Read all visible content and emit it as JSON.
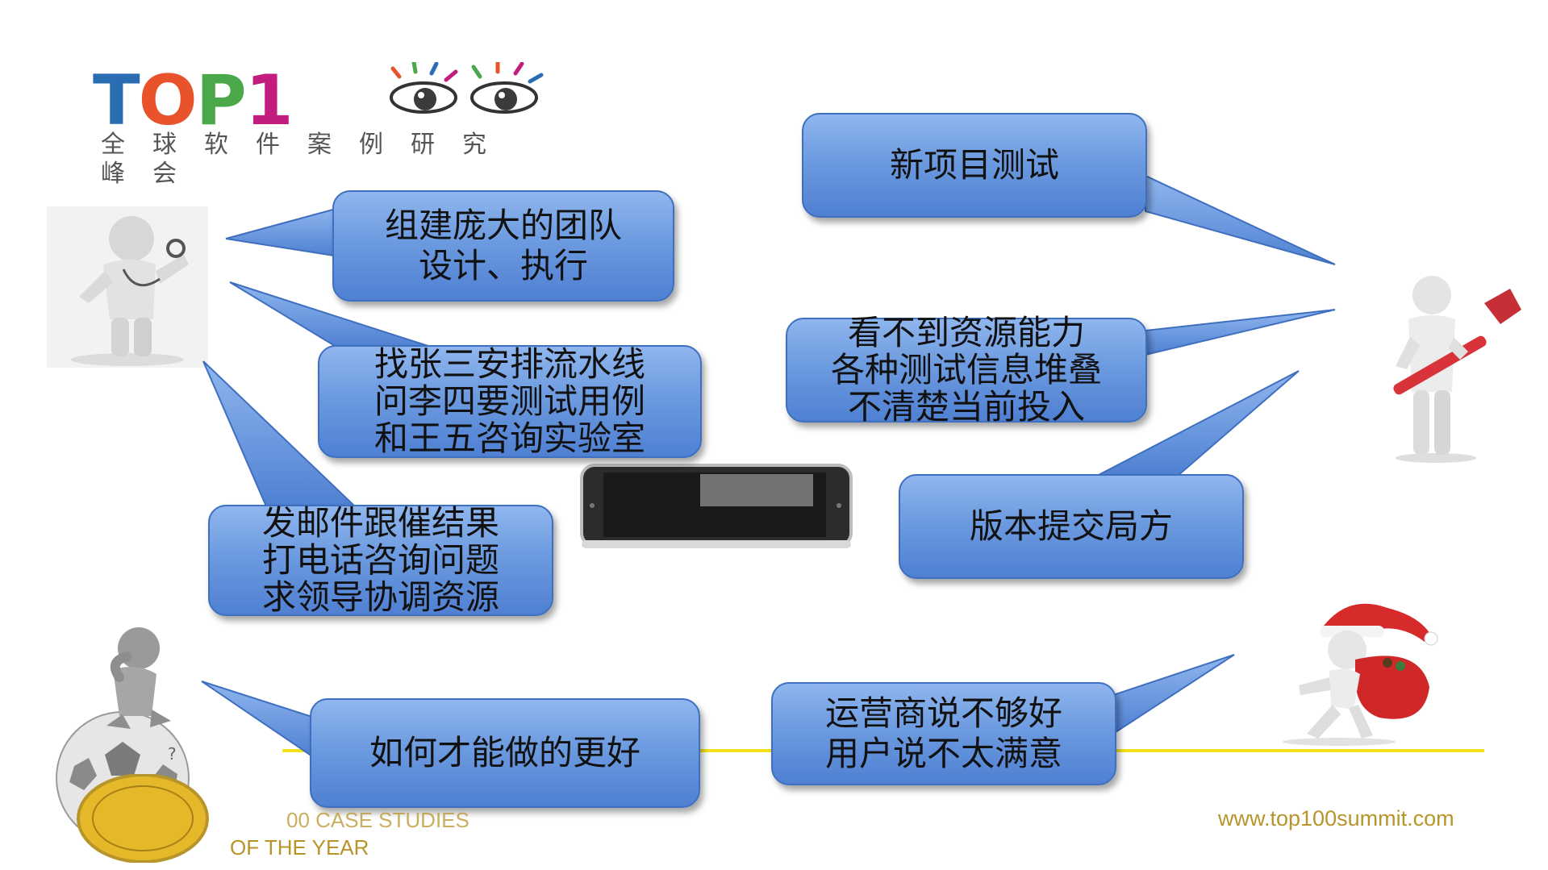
{
  "logo": {
    "letters": [
      {
        "char": "T",
        "color": "#2a6db3"
      },
      {
        "char": "O",
        "color": "#e9532b"
      },
      {
        "char": "P",
        "color": "#4aa84a"
      },
      {
        "char": "1",
        "color": "#c21d7e"
      }
    ],
    "subtitle_line1": "全球软件案例研究",
    "subtitle_line2": "峰会"
  },
  "bubbles": {
    "team": {
      "lines": [
        "组建庞大的团队",
        "设计、执行"
      ]
    },
    "pipeline": {
      "lines": [
        "找张三安排流水线",
        "问李四要测试用例",
        "和王五咨询实验室"
      ]
    },
    "followup": {
      "lines": [
        "发邮件跟催结果",
        "打电话咨询问题",
        "求领导协调资源"
      ]
    },
    "better": {
      "lines": [
        "如何才能做的更好"
      ]
    },
    "newproject": {
      "lines": [
        "新项目测试"
      ]
    },
    "resources": {
      "lines": [
        "看不到资源能力",
        "各种测试信息堆叠",
        "不清楚当前投入"
      ]
    },
    "version": {
      "lines": [
        "版本提交局方"
      ]
    },
    "operator": {
      "lines": [
        "运营商说不够好",
        "用户说不太满意"
      ]
    }
  },
  "footer": {
    "left_line1": "00 CASE STUDIES",
    "left_line2": "OF THE YEAR",
    "url": "www.top100summit.com"
  },
  "colors": {
    "bubble_top": "#8fb6ee",
    "bubble_bottom": "#4f80d2",
    "footer_gold": "#b8952a",
    "line_yellow": "#f3e21a"
  }
}
